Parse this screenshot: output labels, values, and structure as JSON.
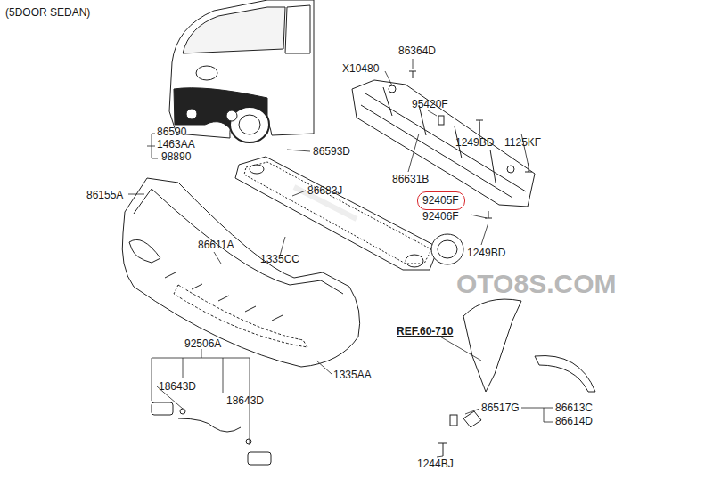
{
  "diagram": {
    "title": "(5DOOR SEDAN)",
    "nodes": [
      {
        "text": [
          "92405F"
        ]
      }
    ],
    "labels": [
      "86364D",
      "X10480",
      "95420F",
      "1249BD",
      "1125KF",
      "86631B",
      "92406F",
      "1249BD",
      "86590",
      "1463AA",
      "98890",
      "86155A",
      "86593D",
      "86683J",
      "86611A",
      "1335CC",
      "OTO8S.COM",
      "REF.60-710",
      "92506A",
      "18643D",
      "18643D",
      "1335AA",
      "86517G",
      "86613C",
      "86614D",
      "1244BJ"
    ]
  }
}
